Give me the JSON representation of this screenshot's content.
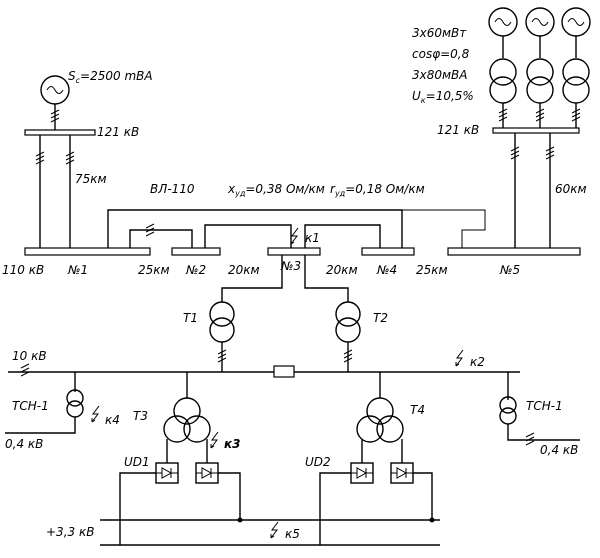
{
  "generator_left": {
    "label_main": "S",
    "label_sub": "c",
    "label_value": "=2500 mBA",
    "bus_voltage": "121 кВ",
    "line_length": "75км"
  },
  "generator_right": {
    "power": "3x60мВт",
    "cosphi": "cosφ=0,8",
    "transformer_rating": "3x80мВА",
    "uk_main": "U",
    "uk_sub": "к",
    "uk_value": "=10,5%",
    "bus_voltage": "121 кВ",
    "line_length": "60км"
  },
  "line": {
    "name": "ВЛ-110",
    "x_main": "x",
    "x_sub": "уд",
    "x_value": "=0,38 Ом/км",
    "r_main": "r",
    "r_sub": "уд",
    "r_value": "=0,18 Ом/км"
  },
  "substations": {
    "voltage_110": "110 кВ",
    "n1": "№1",
    "n2": "№2",
    "n3": "№3",
    "n4": "№4",
    "n5": "№5",
    "d12": "25км",
    "d23": "20км",
    "d34": "20км",
    "d45": "25км"
  },
  "faults": {
    "k1": "к1",
    "k2": "к2",
    "k3": "к3",
    "k4": "к4",
    "k5": "к5"
  },
  "transformers": {
    "t1": "T1",
    "t2": "T2",
    "t3": "T3",
    "t4": "T4",
    "tsn_left": "ТСН-1",
    "tsn_right": "ТСН-1"
  },
  "buses": {
    "kv10": "10 кВ",
    "kv04_left": "0,4 кВ",
    "kv04_right": "0,4 кВ",
    "dc": "+3,3 кВ"
  },
  "rectifiers": {
    "ud1": "UD1",
    "ud2": "UD2"
  }
}
